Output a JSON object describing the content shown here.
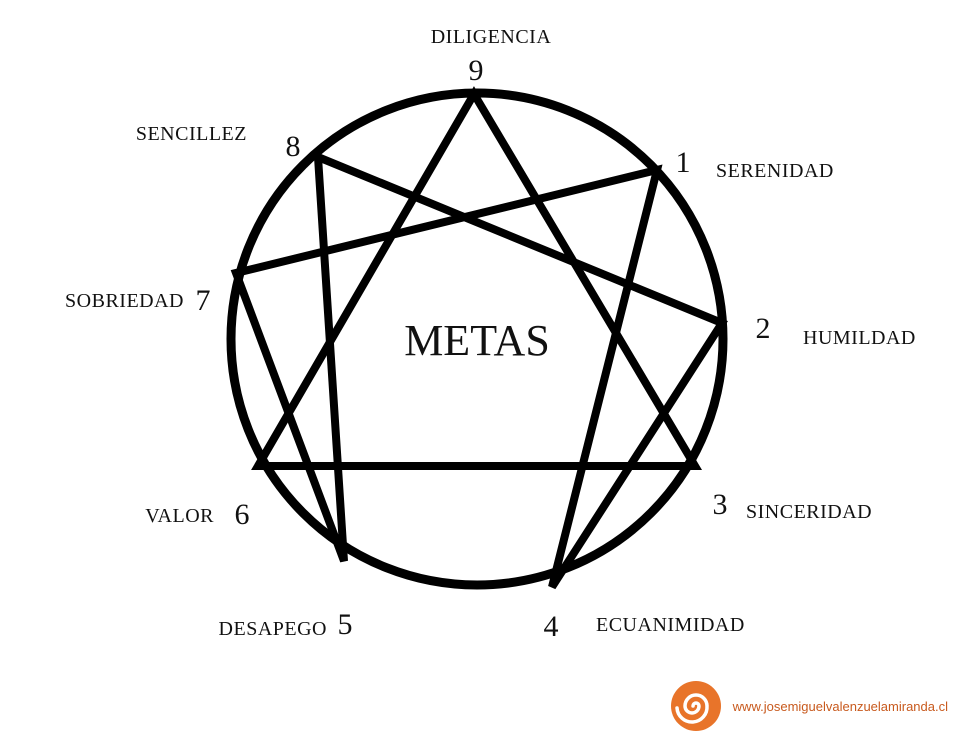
{
  "diagram": {
    "center_title": "METAS",
    "points": [
      {
        "number": "9",
        "virtue": "DILIGENCIA"
      },
      {
        "number": "1",
        "virtue": "SERENIDAD"
      },
      {
        "number": "2",
        "virtue": "HUMILDAD"
      },
      {
        "number": "3",
        "virtue": "SINCERIDAD"
      },
      {
        "number": "4",
        "virtue": "ECUANIMIDAD"
      },
      {
        "number": "5",
        "virtue": "DESAPEGO"
      },
      {
        "number": "6",
        "virtue": "VALOR"
      },
      {
        "number": "7",
        "virtue": "SOBRIEDAD"
      },
      {
        "number": "8",
        "virtue": "SENCILLEZ"
      }
    ]
  },
  "footer": {
    "url": "www.josemiguelvalenzuelamiranda.cl",
    "logo_icon": "orange-spiral-logo-icon",
    "logo_color": "#e8742a"
  },
  "colors": {
    "line": "#000000",
    "text": "#111111"
  }
}
